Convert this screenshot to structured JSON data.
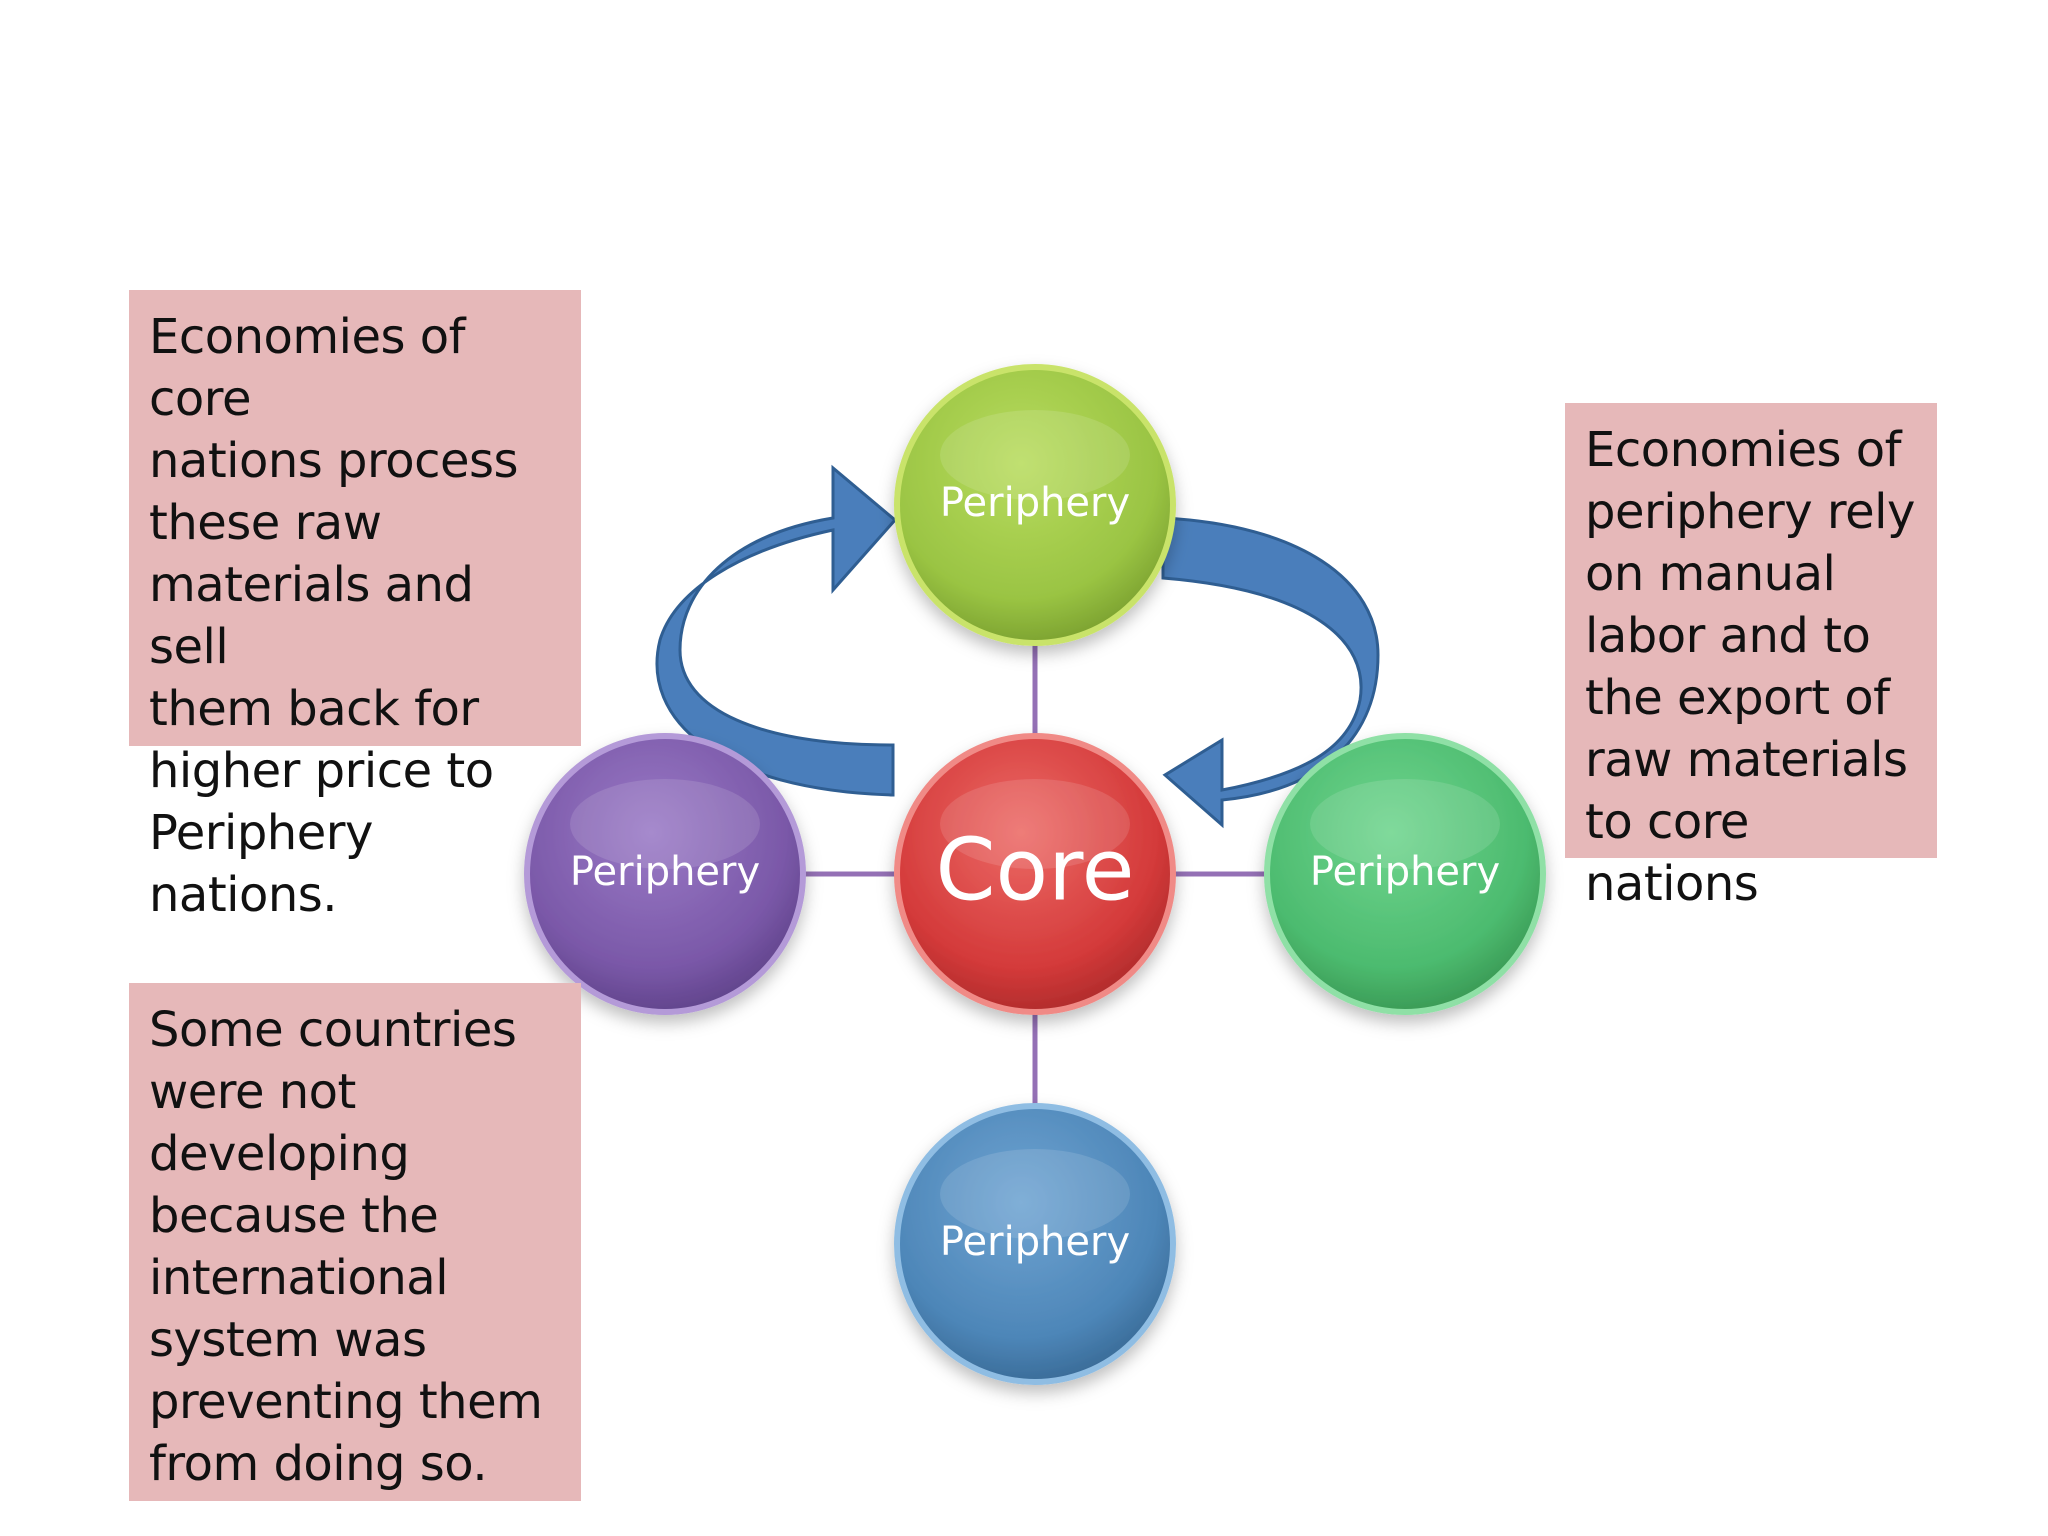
{
  "nodes": {
    "core": {
      "label": "Core",
      "color": "#d43a3a"
    },
    "top": {
      "label": "Periphery",
      "color": "#9ac443"
    },
    "left": {
      "label": "Periphery",
      "color": "#7a58a8"
    },
    "right": {
      "label": "Periphery",
      "color": "#4cbb6f"
    },
    "bottom": {
      "label": "Periphery",
      "color": "#4d86b8"
    }
  },
  "notes": {
    "left_top": "Economies of core\nnations process\nthese raw\nmaterials and sell\nthem back for\nhigher price to\nPeriphery nations.",
    "right": "Economies of\nperiphery rely\non manual\nlabor and to\nthe export of\nraw materials\nto core nations",
    "left_bottom": "Some countries\nwere not\ndeveloping\nbecause the\ninternational\nsystem was\npreventing them\nfrom doing so."
  },
  "colors": {
    "note_background": "#e6b8b9",
    "arrow": "#4a7ebb",
    "connector": "#9470b5"
  }
}
